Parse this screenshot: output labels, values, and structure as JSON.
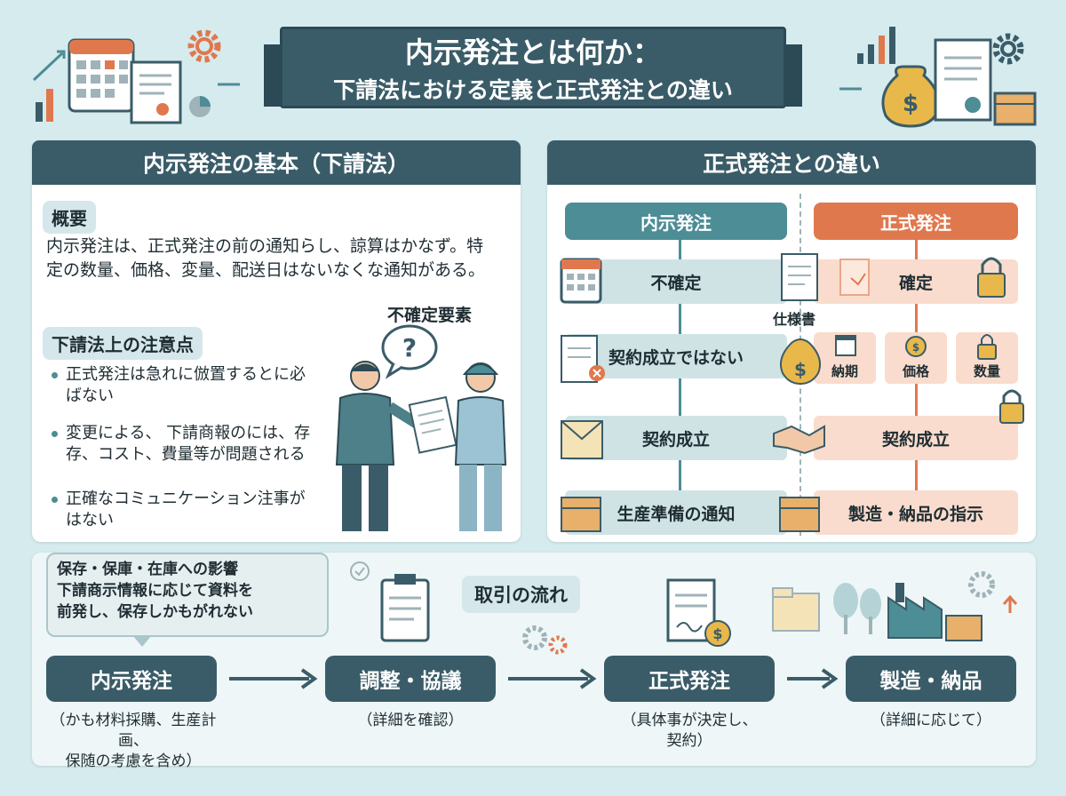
{
  "title": {
    "line1": "内示発注とは何か：",
    "line2": "下請法における定義と正式発注との違い"
  },
  "left_panel": {
    "header": "内示発注の基本（下請法）",
    "overview_label": "概要",
    "overview_text": "内示発注は、正式発注の前の通知らし、諒算はかなず。特定の数量、価格、変量、配送日はないなくな通知がある。",
    "notes_label": "下請法上の注意点",
    "bullets": [
      "正式発注は急れに倣置するとに必ばない",
      "変更による、 下請商報のには、存存、コスト、費量等が問題される",
      "正確なコミュニケーション注事がはない"
    ],
    "uncertain_label": "不確定要素",
    "question_mark": "?"
  },
  "right_panel": {
    "header": "正式発注との違い",
    "col_left_title": "内示発注",
    "col_right_title": "正式発注",
    "left_rows": [
      "不確定",
      "契約成立ではない",
      "契約成立",
      "生産準備の通知"
    ],
    "right_rows": [
      "確定",
      "契約成立",
      "製造・納品の指示"
    ],
    "spec_label": "仕様書",
    "small_cards": [
      "納期",
      "価格",
      "数量"
    ]
  },
  "bottom": {
    "impact_line1": "保存・保庫・在庫への影響",
    "impact_line2": "下請商示情報に応じて資料を",
    "impact_line3": "前発し、保存しかもがれない",
    "flow_label": "取引の流れ",
    "steps": [
      {
        "label": "内示発注",
        "caption1": "（かも材料採購、生産計画、",
        "caption2": "保随の考慮を含め）"
      },
      {
        "label": "調整・協議",
        "caption1": "（詳細を確認）",
        "caption2": ""
      },
      {
        "label": "正式発注",
        "caption1": "（具体事が決定し、",
        "caption2": "契約）"
      },
      {
        "label": "製造・納品",
        "caption1": "（詳細に応じて）",
        "caption2": ""
      }
    ]
  },
  "colors": {
    "dark_teal": "#3a5c68",
    "teal": "#4d8d95",
    "orange": "#e0784e",
    "light_orange": "#f9dccd",
    "light_teal": "#cfe3e5"
  }
}
